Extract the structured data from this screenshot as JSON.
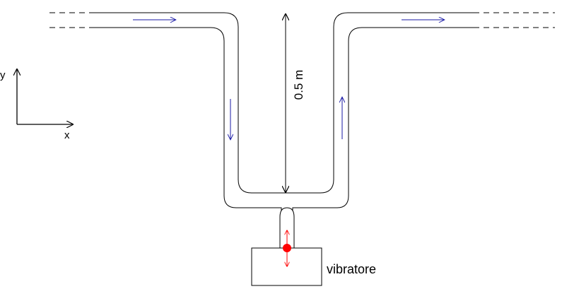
{
  "labels": {
    "dimension": "0.5 m",
    "device": "vibratore",
    "axis_y": "y",
    "axis_x": "x"
  },
  "colors": {
    "line": "#000000",
    "flow_arrow": "#1a1aa6",
    "vibration": "#ff0000",
    "background": "#ffffff"
  },
  "icons": {
    "flow": "flow-direction-arrow",
    "vibration": "double-headed-vertical-arrow"
  }
}
